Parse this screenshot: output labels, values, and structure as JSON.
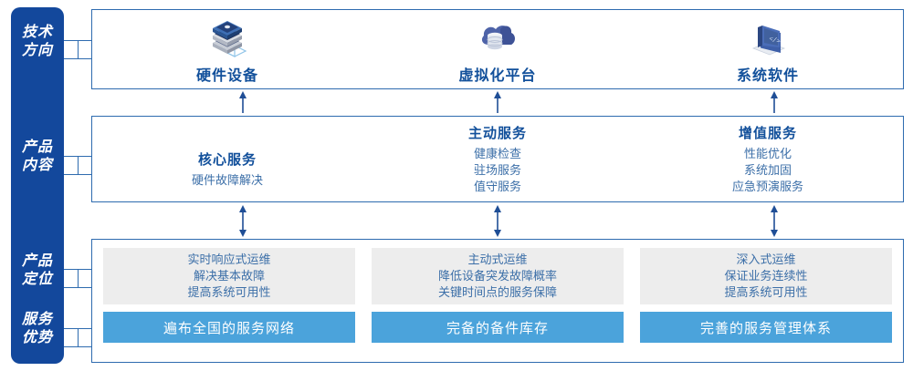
{
  "rail": {
    "items": [
      {
        "id": "tech-direction",
        "lines": [
          "技术",
          "方向"
        ]
      },
      {
        "id": "product-content",
        "lines": [
          "产品",
          "内容"
        ]
      },
      {
        "id": "product-position",
        "lines": [
          "产品",
          "定位"
        ]
      },
      {
        "id": "service-advantage",
        "lines": [
          "服务",
          "优势"
        ]
      }
    ]
  },
  "tech_section": {
    "columns": [
      {
        "icon": "server-stack-icon",
        "title": "硬件设备"
      },
      {
        "icon": "cloud-database-icon",
        "title": "虚拟化平台"
      },
      {
        "icon": "laptop-code-icon",
        "title": "系统软件"
      }
    ]
  },
  "content_section": {
    "columns": [
      {
        "heading": "核心服务",
        "lines": [
          "硬件故障解决"
        ]
      },
      {
        "heading": "主动服务",
        "lines": [
          "健康检查",
          "驻场服务",
          "值守服务"
        ]
      },
      {
        "heading": "增值服务",
        "lines": [
          "性能优化",
          "系统加固",
          "应急预演服务"
        ]
      }
    ]
  },
  "bottom_section": {
    "columns": [
      {
        "positioning": [
          "实时响应式运维",
          "解决基本故障",
          "提高系统可用性"
        ],
        "advantage": "遍布全国的服务网络"
      },
      {
        "positioning": [
          "主动式运维",
          "降低设备突发故障概率",
          "关键时间点的服务保障"
        ],
        "advantage": "完备的备件库存"
      },
      {
        "positioning": [
          "深入式运维",
          "保证业务连续性",
          "提高系统可用性"
        ],
        "advantage": "完善的服务管理体系"
      }
    ]
  },
  "colors": {
    "rail_blue": "#13489C",
    "border_blue": "#2E6BAF",
    "heading_blue": "#12509B",
    "text_blue": "#3C6FA8",
    "bar_blue": "#4BA3DB",
    "card_grey": "#EDEDED",
    "arrow_blue": "#1F4E96"
  }
}
